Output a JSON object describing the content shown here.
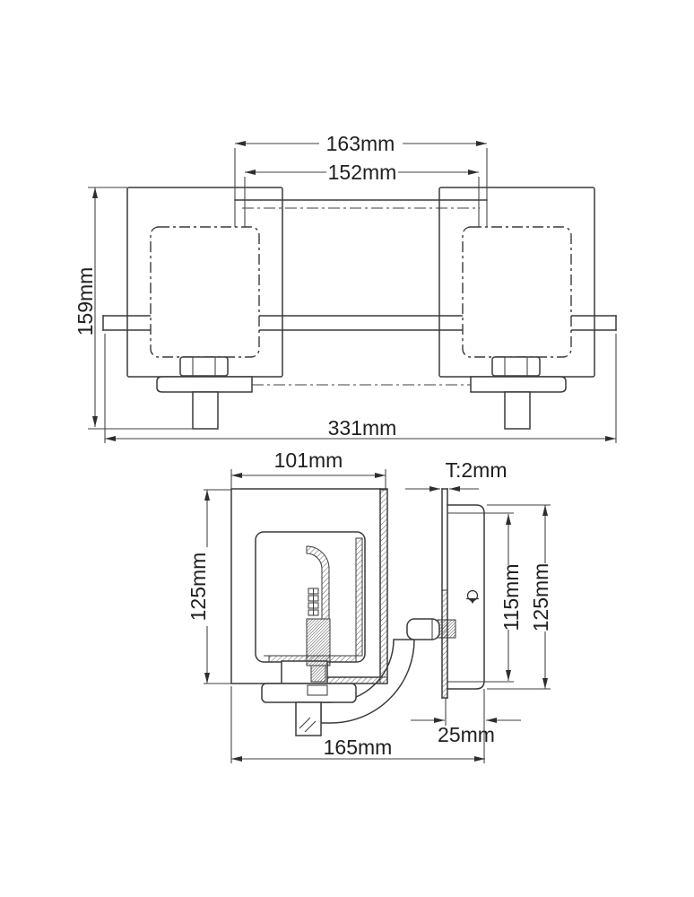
{
  "drawing": {
    "background": "#ffffff",
    "line_color": "#3a3a3a",
    "text_color": "#1f1f1f",
    "front_view": {
      "dims": {
        "outer_arm_spacing": "163mm",
        "inner_arm_spacing": "152mm",
        "overall_height": "159mm",
        "overall_width": "331mm"
      }
    },
    "side_view": {
      "dims": {
        "shade_width": "101mm",
        "wall_plate_thickness": "T:2mm",
        "shade_height": "125mm",
        "backplate_opening_height": "115mm",
        "backplate_height": "125mm",
        "backplate_depth": "25mm",
        "projection": "165mm"
      }
    }
  }
}
